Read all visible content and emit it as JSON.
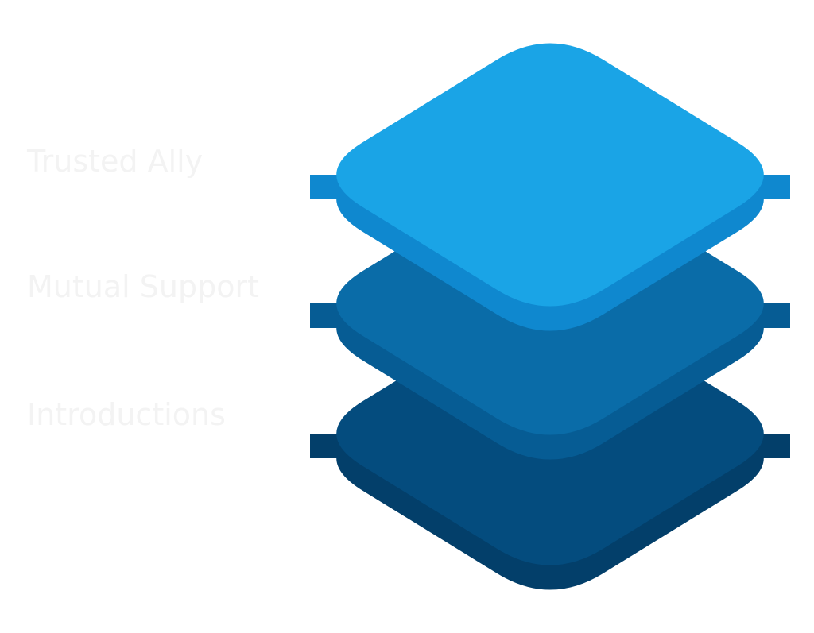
{
  "diagram": {
    "type": "layered-stack",
    "layers": [
      {
        "label": "Trusted Ally",
        "level": 3,
        "top_color": "#1aa4e6",
        "side_color": "#0f88cf"
      },
      {
        "label": "Mutual Support",
        "level": 2,
        "top_color": "#0a6ca8",
        "side_color": "#065c94"
      },
      {
        "label": "Introductions",
        "level": 1,
        "top_color": "#044c7e",
        "side_color": "#033f6a"
      }
    ],
    "label_color": "#f3f3f3"
  }
}
